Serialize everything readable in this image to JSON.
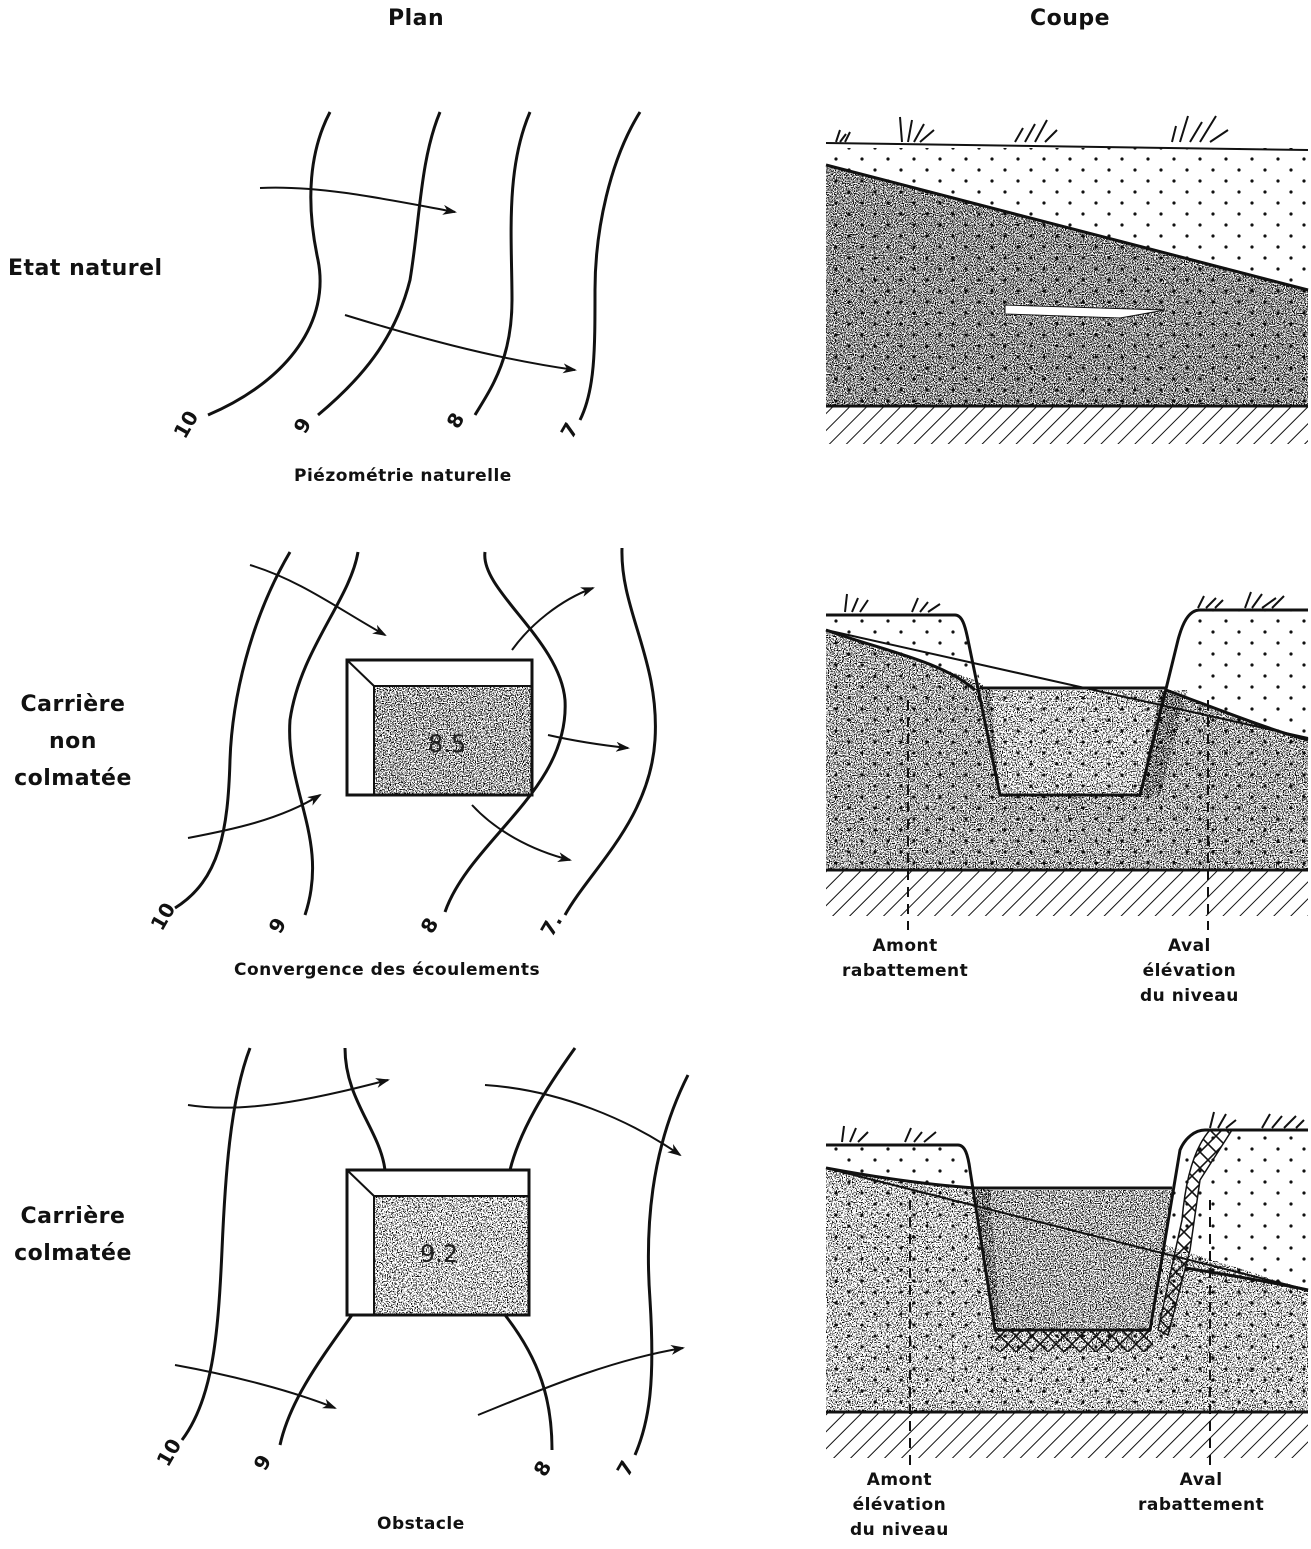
{
  "headers": {
    "plan": "Plan",
    "coupe": "Coupe"
  },
  "rows": [
    {
      "label_lines": [
        "Etat naturel"
      ],
      "plan_caption": "Piézométrie naturelle",
      "isolines": [
        "10",
        "9",
        "8",
        "7"
      ]
    },
    {
      "label_lines": [
        "Carrière",
        "non",
        "colmatée"
      ],
      "plan_caption": "Convergence des écoulements",
      "isolines": [
        "10",
        "9",
        "8",
        "7."
      ],
      "quarry_level": "8.5",
      "section_labels": {
        "left": [
          "Amont",
          "rabattement"
        ],
        "right": [
          "Aval",
          "élévation",
          "du niveau"
        ]
      }
    },
    {
      "label_lines": [
        "Carrière",
        "colmatée"
      ],
      "plan_caption": "Obstacle",
      "isolines": [
        "10",
        "9",
        "8",
        "7"
      ],
      "quarry_level": "9.2",
      "section_labels": {
        "left": [
          "Amont",
          "élévation",
          "du niveau"
        ],
        "right": [
          "Aval",
          "rabattement"
        ]
      }
    }
  ],
  "colors": {
    "ink": "#111111",
    "paper": "#ffffff"
  }
}
